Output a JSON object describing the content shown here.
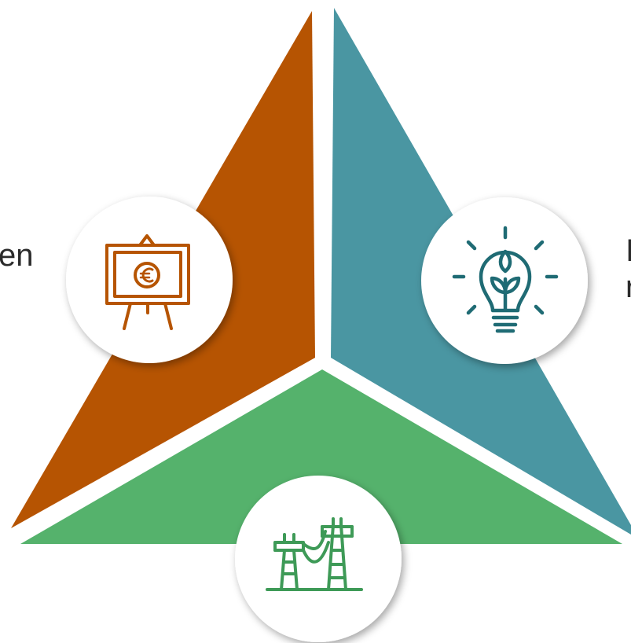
{
  "labels": {
    "left": "en",
    "right_line1": "I",
    "right_line2": "r"
  },
  "segments": [
    {
      "name": "left-segment",
      "color": "#B65402",
      "icon": "easel-euro-icon"
    },
    {
      "name": "right-segment",
      "color": "#4A96A2",
      "icon": "lightbulb-plant-icon"
    },
    {
      "name": "bottom-segment",
      "color": "#55B26C",
      "icon": "power-pylon-icon"
    }
  ],
  "colors": {
    "orange": "#B65402",
    "teal": "#4A96A2",
    "green": "#55B26C",
    "circle": "#ffffff",
    "icon_orange": "#B65402",
    "icon_teal": "#1F6B74",
    "icon_green": "#3E9A57"
  }
}
